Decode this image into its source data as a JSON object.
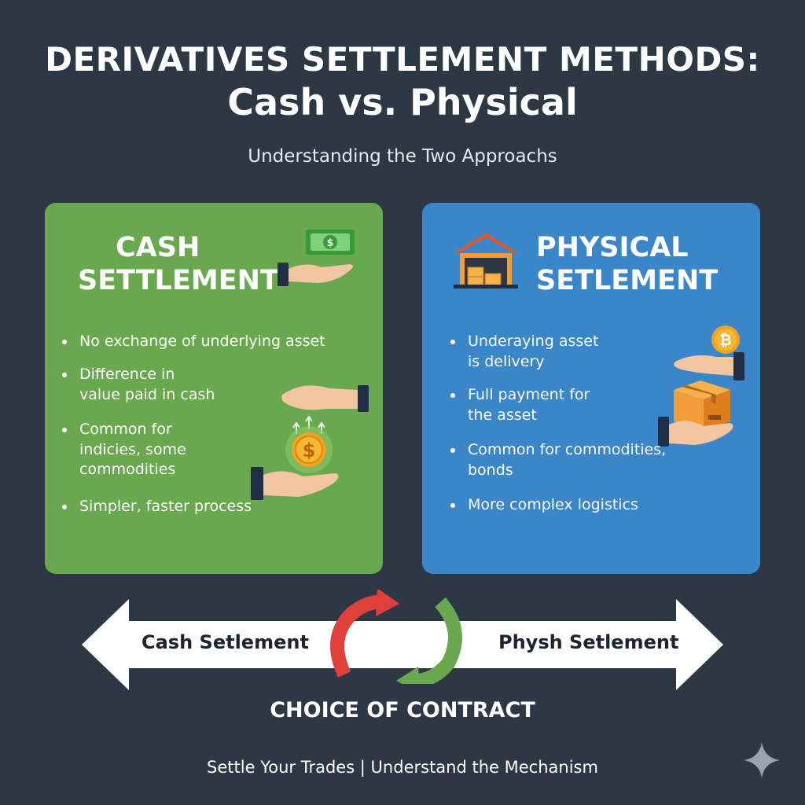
{
  "header": {
    "title_line1": "DERIVATIVES SETTLEMENT METHODS:",
    "title_line2": "Cash vs. Physical",
    "subtitle": "Understanding the Two Approachs"
  },
  "cash_panel": {
    "title_line1": "CASH",
    "title_line2": "SETTLEMENT",
    "color": "#6aa84f",
    "bullets": [
      "No exchange of underlying asset",
      "Difference in value paid in cash",
      "Common for indicies, some commodities",
      "Simpler, faster process"
    ],
    "icons": [
      "hand-with-banknote-icon",
      "hands-exchange-coin-icon",
      "dollar-coin-icon"
    ]
  },
  "physical_panel": {
    "title_line1": "PHYSICAL",
    "title_line2": "SETLEMENT",
    "color": "#3b86c8",
    "bullets": [
      "Underaying asset is delivery",
      "Full payment for the asset",
      "Common for commodities, bonds",
      "More complex logistics"
    ],
    "icons": [
      "warehouse-icon",
      "hands-exchange-box-icon",
      "bitcoin-coin-icon"
    ]
  },
  "arrow": {
    "left_label": "Cash Setlement",
    "right_label": "Physh Setlement",
    "cycle_colors": [
      "#e0403a",
      "#6aa84f"
    ]
  },
  "choice_label": "CHOICE OF CONTRACT",
  "footer": "Settle Your Trades | Understand the Mechanism"
}
